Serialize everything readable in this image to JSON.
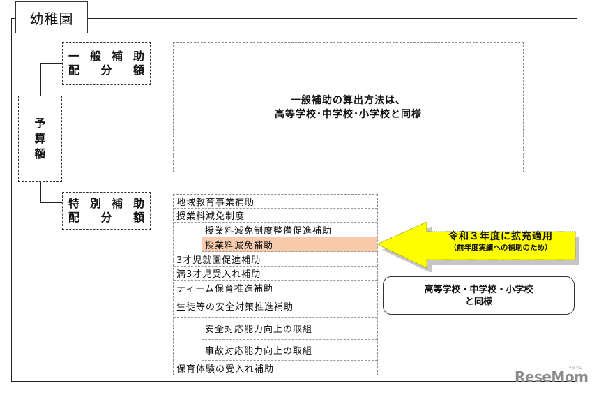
{
  "title": "幼稚園",
  "budget": {
    "label_chars": [
      "予",
      "算",
      "額"
    ]
  },
  "general_subsidy": {
    "line1": [
      "一",
      "般",
      "補",
      "助"
    ],
    "line2": [
      "配",
      "分",
      "額"
    ]
  },
  "special_subsidy": {
    "line1": [
      "特",
      "別",
      "補",
      "助"
    ],
    "line2": [
      "配",
      "分",
      "額"
    ]
  },
  "general_description": {
    "line1": "一般補助の算出方法は、",
    "line2": "高等学校･中学校･小学校と同様"
  },
  "special_items": [
    {
      "label": "地域教育事業補助",
      "level": 0,
      "highlight": false
    },
    {
      "label": "授業料減免制度",
      "level": 0,
      "highlight": false
    },
    {
      "label": "授業料減免制度整備促進補助",
      "level": 1,
      "highlight": false
    },
    {
      "label": "授業料減免補助",
      "level": 1,
      "highlight": true
    },
    {
      "label": "3才児就園促進補助",
      "level": 0,
      "highlight": false
    },
    {
      "label": "満3才児受入れ補助",
      "level": 0,
      "highlight": false
    },
    {
      "label": "ティーム保育推進補助",
      "level": 0,
      "highlight": false
    },
    {
      "label": "生徒等の安全対策推進補助",
      "level": 0,
      "highlight": false
    },
    {
      "label": "安全対応能力向上の取組",
      "level": 1,
      "highlight": false
    },
    {
      "label": "事故対応能力向上の取組",
      "level": 1,
      "highlight": false
    },
    {
      "label": "保育体験の受入れ補助",
      "level": 0,
      "highlight": false
    }
  ],
  "callout": {
    "main": "令和３年度に拡充適用",
    "sub": "（前年度実績への補助のため）",
    "fill_color": "#ffff00",
    "shadow_color": "#bfbfbf"
  },
  "same_as": {
    "line1": "高等学校・中学校・小学校",
    "line2": "と同様"
  },
  "highlight_color": "#f8cbad",
  "watermark": {
    "text": "ReseMom",
    "ruby": "リセマム"
  }
}
